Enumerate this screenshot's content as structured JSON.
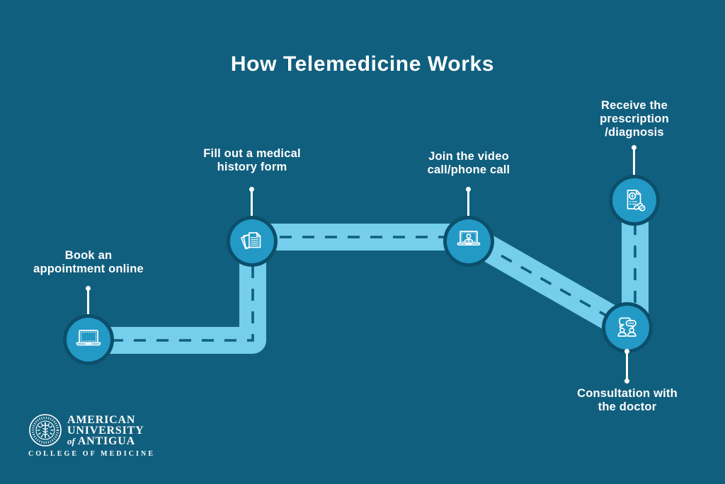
{
  "title": "How Telemedicine Works",
  "colors": {
    "background": "#115F7E",
    "road": "#74CEEC",
    "node": "#2399C6",
    "node_ring": "#0C4F6A",
    "text": "#FFFFFF"
  },
  "steps": [
    {
      "label": "Book an\nappointment online",
      "icon": "laptop-icon"
    },
    {
      "label": "Fill out a medical\nhistory form",
      "icon": "documents-icon"
    },
    {
      "label": "Join the video\ncall/phone call",
      "icon": "video-call-icon"
    },
    {
      "label": "Consultation with\nthe doctor",
      "icon": "consultation-icon"
    },
    {
      "label": "Receive the\nprescription\n/diagnosis",
      "icon": "prescription-icon"
    }
  ],
  "logo": {
    "line1": "AMERICAN",
    "line2": "UNIVERSITY",
    "of": "of",
    "line3": "ANTIGUA",
    "college": "COLLEGE OF MEDICINE"
  }
}
